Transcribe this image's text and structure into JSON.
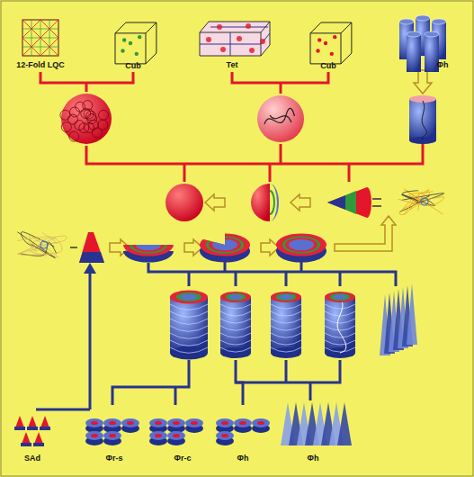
{
  "diagram": {
    "labels": [
      "12-Fold LQC",
      "Cub",
      "Tet",
      "Cub",
      "Φh",
      "SAd",
      "Φr-s",
      "Φr-c",
      "Φh",
      "Φh"
    ]
  }
}
